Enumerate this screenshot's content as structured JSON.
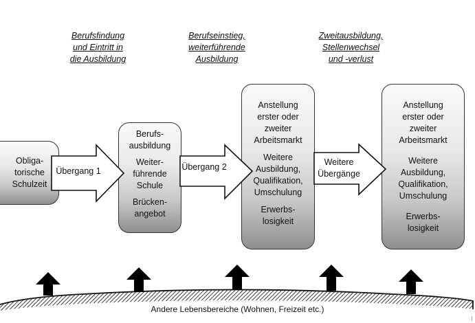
{
  "phases": [
    {
      "id": "phase-1",
      "text": "Berufsfindung\nund Eintritt in\ndie Ausbildung"
    },
    {
      "id": "phase-2",
      "text": "Berufseinstieg,\nweiterführende\nAusbildung"
    },
    {
      "id": "phase-3",
      "text": "Zweitausbildung,\nStellenwechsel\nund -verlust"
    }
  ],
  "stages": [
    {
      "id": "stage-obligatory-school",
      "groups": [
        "Obliga-\ntorische\nSchulzeit"
      ]
    },
    {
      "id": "stage-secondary-2",
      "groups": [
        "Berufs-\nausbildung",
        "Weiter-\nführende\nSchule",
        "Brücken-\nangebot"
      ]
    },
    {
      "id": "stage-employment-1",
      "groups": [
        "Anstellung\nerster oder\nzweiter\nArbeitsmarkt",
        "Weitere\nAusbildung,\nQualifikation,\nUmschulung",
        "Erwerbs-\nlosigkeit"
      ]
    },
    {
      "id": "stage-employment-2",
      "groups": [
        "Anstellung\nerster oder\nzweiter\nArbeitsmarkt",
        "Weitere\nAusbildung,\nQualifikation,\nUmschulung",
        "Erwerbs-\nlosigkeit"
      ]
    }
  ],
  "transitions": [
    {
      "id": "transition-1",
      "label": "Übergang 1"
    },
    {
      "id": "transition-2",
      "label": "Übergang 2"
    },
    {
      "id": "transition-3",
      "label": "Weitere\nÜbergänge"
    }
  ],
  "ground": {
    "label": "Andere Lebensbereiche (Wohnen, Freizeit etc.)",
    "influence_arrow_count": 5
  }
}
